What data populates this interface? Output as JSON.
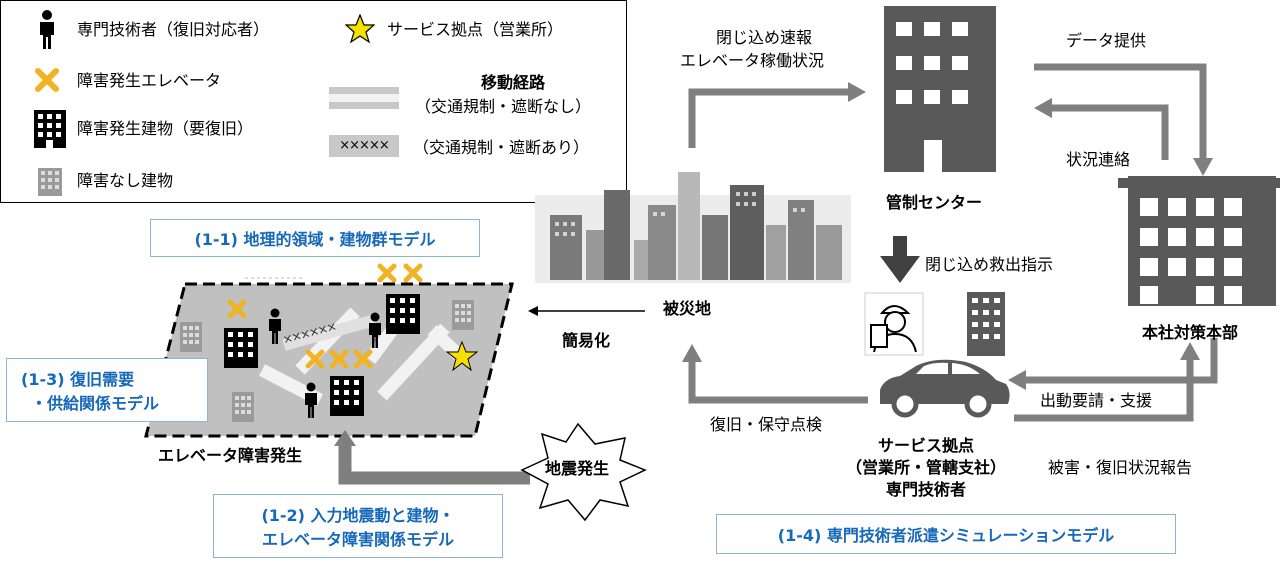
{
  "legend": {
    "technician": "専門技術者（復旧対応者）",
    "service_base": "サービス拠点（営業所）",
    "faulty_elevator": "障害発生エレベータ",
    "faulty_building": "障害発生建物（要復旧）",
    "normal_building": "障害なし建物",
    "route_title": "移動経路",
    "route_open": "（交通規制・遮断なし）",
    "route_blocked": "（交通規制・遮断あり）",
    "blocked_marks": "×××××"
  },
  "models": {
    "m1_1": "(1-1) 地理的領域・建物群モデル",
    "m1_2_line1": "(1-2) 入力地震動と建物・",
    "m1_2_line2": "エレベータ障害関係モデル",
    "m1_3_line1": "(1-3) 復旧需要",
    "m1_3_line2": "・供給関係モデル",
    "m1_4": "(1-4) 専門技術者派遣シミュレーションモデル"
  },
  "map": {
    "caption": "エレベータ障害発生",
    "blocked_marks": "××××××"
  },
  "labels": {
    "earthquake": "地震発生",
    "disaster_area": "被災地",
    "simplify": "簡易化",
    "control_center": "管制センター",
    "confinement_report_l1": "閉じ込め速報",
    "confinement_report_l2": "エレベータ稼働状況",
    "data_provision": "データ提供",
    "status_contact": "状況連絡",
    "rescue_instruction": "閉じ込め救出指示",
    "headquarters": "本社対策本部",
    "dispatch_request": "出動要請・支援",
    "damage_report": "被害・復旧状況報告",
    "recovery_inspection": "復旧・保守点検",
    "service_base_l1": "サービス拠点",
    "service_base_l2": "（営業所・管轄支社）",
    "service_base_l3": "専門技術者"
  },
  "colors": {
    "arrow_gray": "#7f7f7f",
    "dark_gray": "#555555",
    "model_blue": "#1668b8",
    "box_border_blue": "#8fb3d8",
    "star_yellow": "#f5e000",
    "x_orange": "#f0b323",
    "map_fill": "#c0c0c0"
  }
}
